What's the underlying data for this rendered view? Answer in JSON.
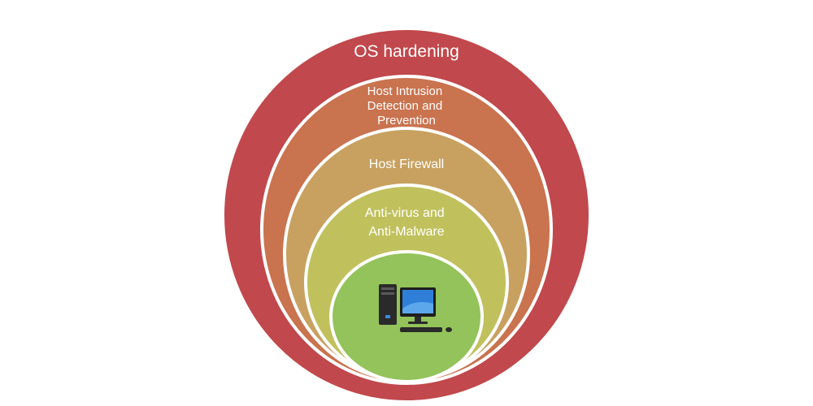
{
  "diagram": {
    "layers": [
      {
        "id": "os-hardening",
        "lines": [
          "OS hardening"
        ],
        "color": "#c1484c"
      },
      {
        "id": "hids",
        "lines": [
          "Host Intrusion",
          "Detection and",
          "Prevention"
        ],
        "color": "#c9734f"
      },
      {
        "id": "host-firewall",
        "lines": [
          "Host Firewall"
        ],
        "color": "#c8a160"
      },
      {
        "id": "antivirus",
        "lines": [
          "Anti-virus and",
          "Anti-Malware"
        ],
        "color": "#c0c15c"
      },
      {
        "id": "core",
        "lines": [],
        "color": "#93c35a"
      }
    ],
    "center_icon": "desktop-computer-icon",
    "ring_border_color": "#ffffff"
  }
}
